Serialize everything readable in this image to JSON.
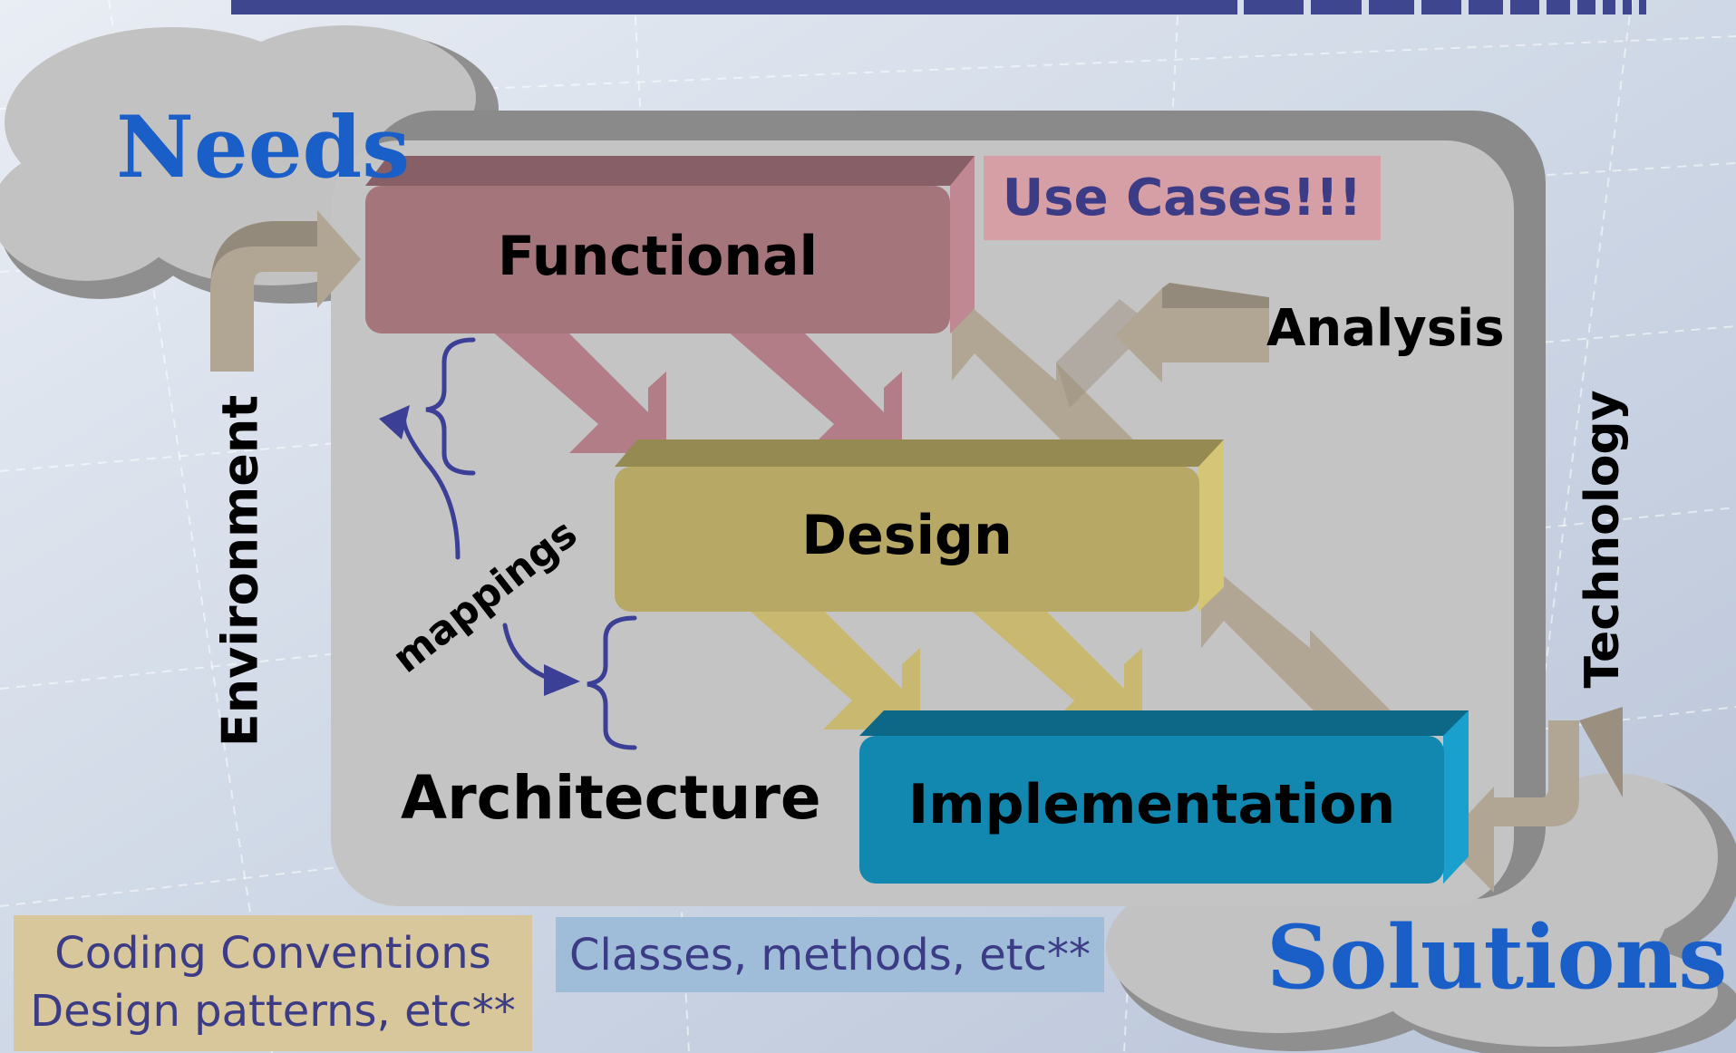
{
  "clouds": {
    "needs": "Needs",
    "solutions": "Solutions"
  },
  "boxes": {
    "functional": "Functional",
    "design": "Design",
    "implementation": "Implementation"
  },
  "labels": {
    "use_cases": "Use Cases!!!",
    "analysis": "Analysis",
    "environment": "Environment",
    "technology": "Technology",
    "mappings": "mappings",
    "architecture": "Architecture"
  },
  "notes": {
    "coding_line1": "Coding Conventions",
    "coding_line2": "Design patterns, etc**",
    "classes": "Classes, methods, etc**"
  },
  "colors": {
    "functional": "#a5757c",
    "design": "#b7a865",
    "implementation": "#1288b0",
    "arrow_tan": "#b1a593",
    "cloud_blue_text": "#1a5fc8",
    "bracket_blue": "#3b3f95",
    "panel": "#c4c4c4"
  }
}
